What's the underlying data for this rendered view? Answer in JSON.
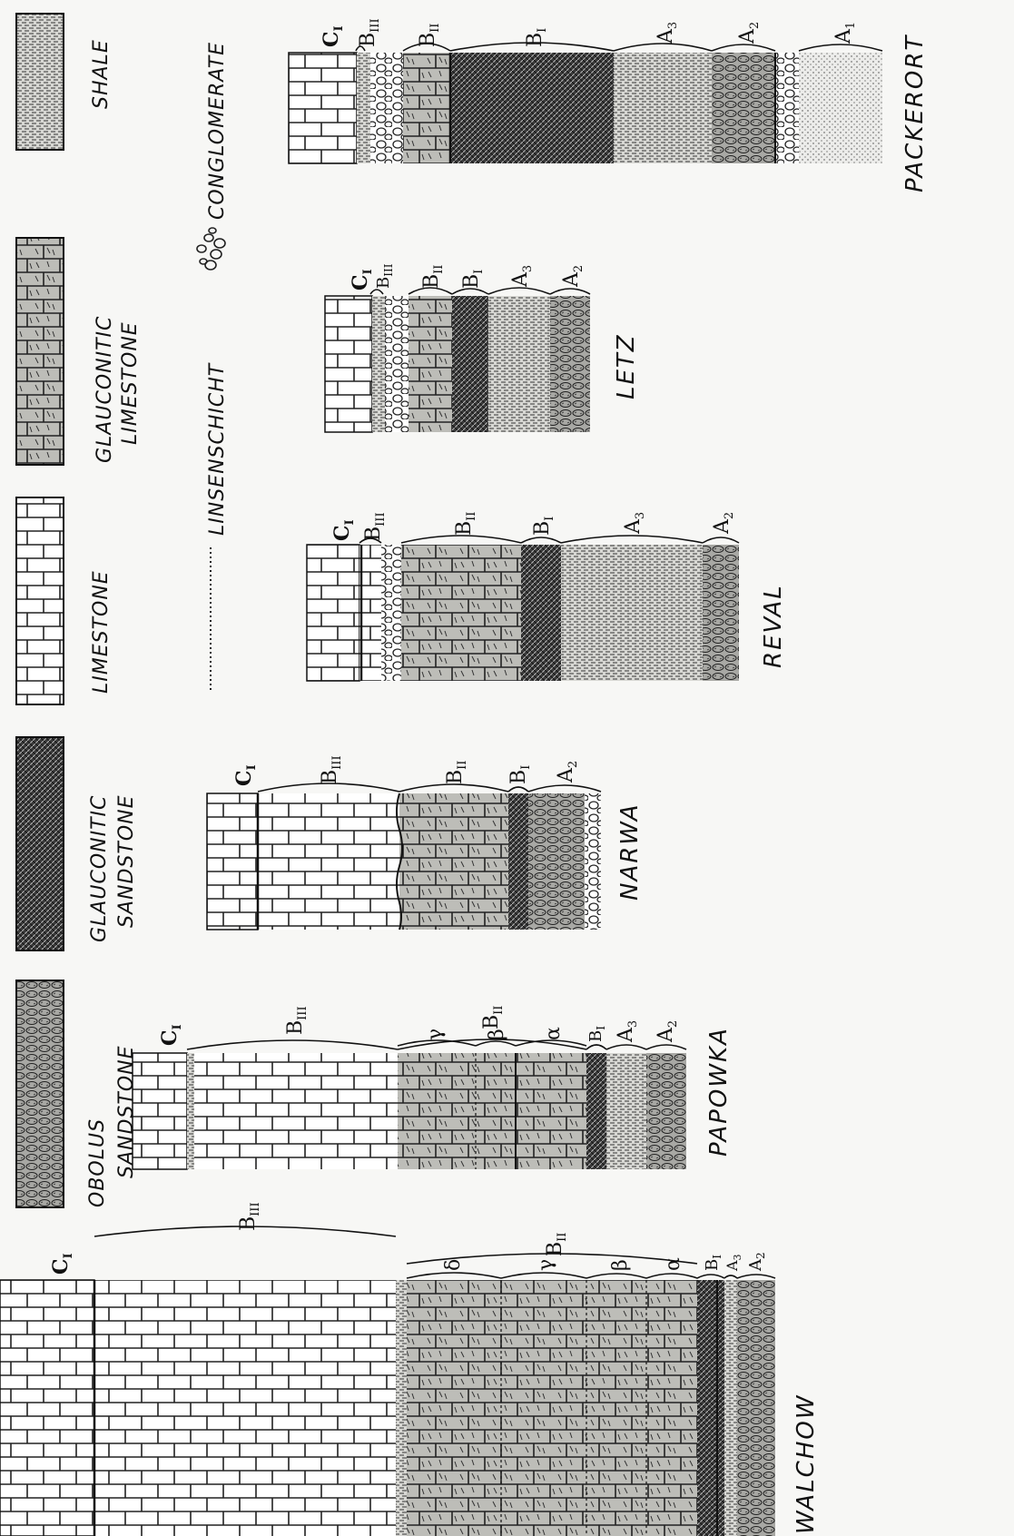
{
  "legend": {
    "shale": "SHALE",
    "glauconitic_limestone": [
      "GLAUCONITIC",
      "LIMESTONE"
    ],
    "limestone": "LIMESTONE",
    "glauconitic_sandstone": [
      "GLAUCONITIC",
      "SANDSTONE"
    ],
    "obolus_sandstone": [
      "OBOLUS",
      "SANDSTONE"
    ],
    "conglomerate": "CONGLOMERATE",
    "linsenschicht": "LINSENSCHICHT"
  },
  "sections": [
    {
      "name": "PACKERORT",
      "units": [
        "C",
        "B",
        "B",
        "B",
        "A",
        "A",
        "A"
      ],
      "subs": [
        "I",
        "III",
        "II",
        "I",
        "3",
        "2",
        "1"
      ]
    },
    {
      "name": "LETZ",
      "units": [
        "C",
        "B",
        "B",
        "B",
        "A",
        "A"
      ],
      "subs": [
        "I",
        "III",
        "II",
        "I",
        "3",
        "2"
      ]
    },
    {
      "name": "REVAL",
      "units": [
        "C",
        "B",
        "B",
        "B",
        "A",
        "A"
      ],
      "subs": [
        "I",
        "III",
        "II",
        "I",
        "3",
        "2"
      ]
    },
    {
      "name": "NARWA",
      "units": [
        "C",
        "B",
        "B",
        "B",
        "A"
      ],
      "subs": [
        "I",
        "III",
        "II",
        "I",
        "2"
      ]
    },
    {
      "name": "PAPOWKA",
      "units": [
        "C",
        "B",
        "B",
        "B",
        "A",
        "A"
      ],
      "subs": [
        "I",
        "III",
        "II",
        "I",
        "3",
        "2"
      ],
      "greek": [
        "γ",
        "β",
        "α"
      ]
    },
    {
      "name": "WALCHOW",
      "units": [
        "C",
        "B",
        "B",
        "B",
        "A",
        "A"
      ],
      "subs": [
        "I",
        "III",
        "II",
        "I",
        "3",
        "2"
      ],
      "greek": [
        "δ",
        "γ",
        "β",
        "α"
      ]
    }
  ]
}
